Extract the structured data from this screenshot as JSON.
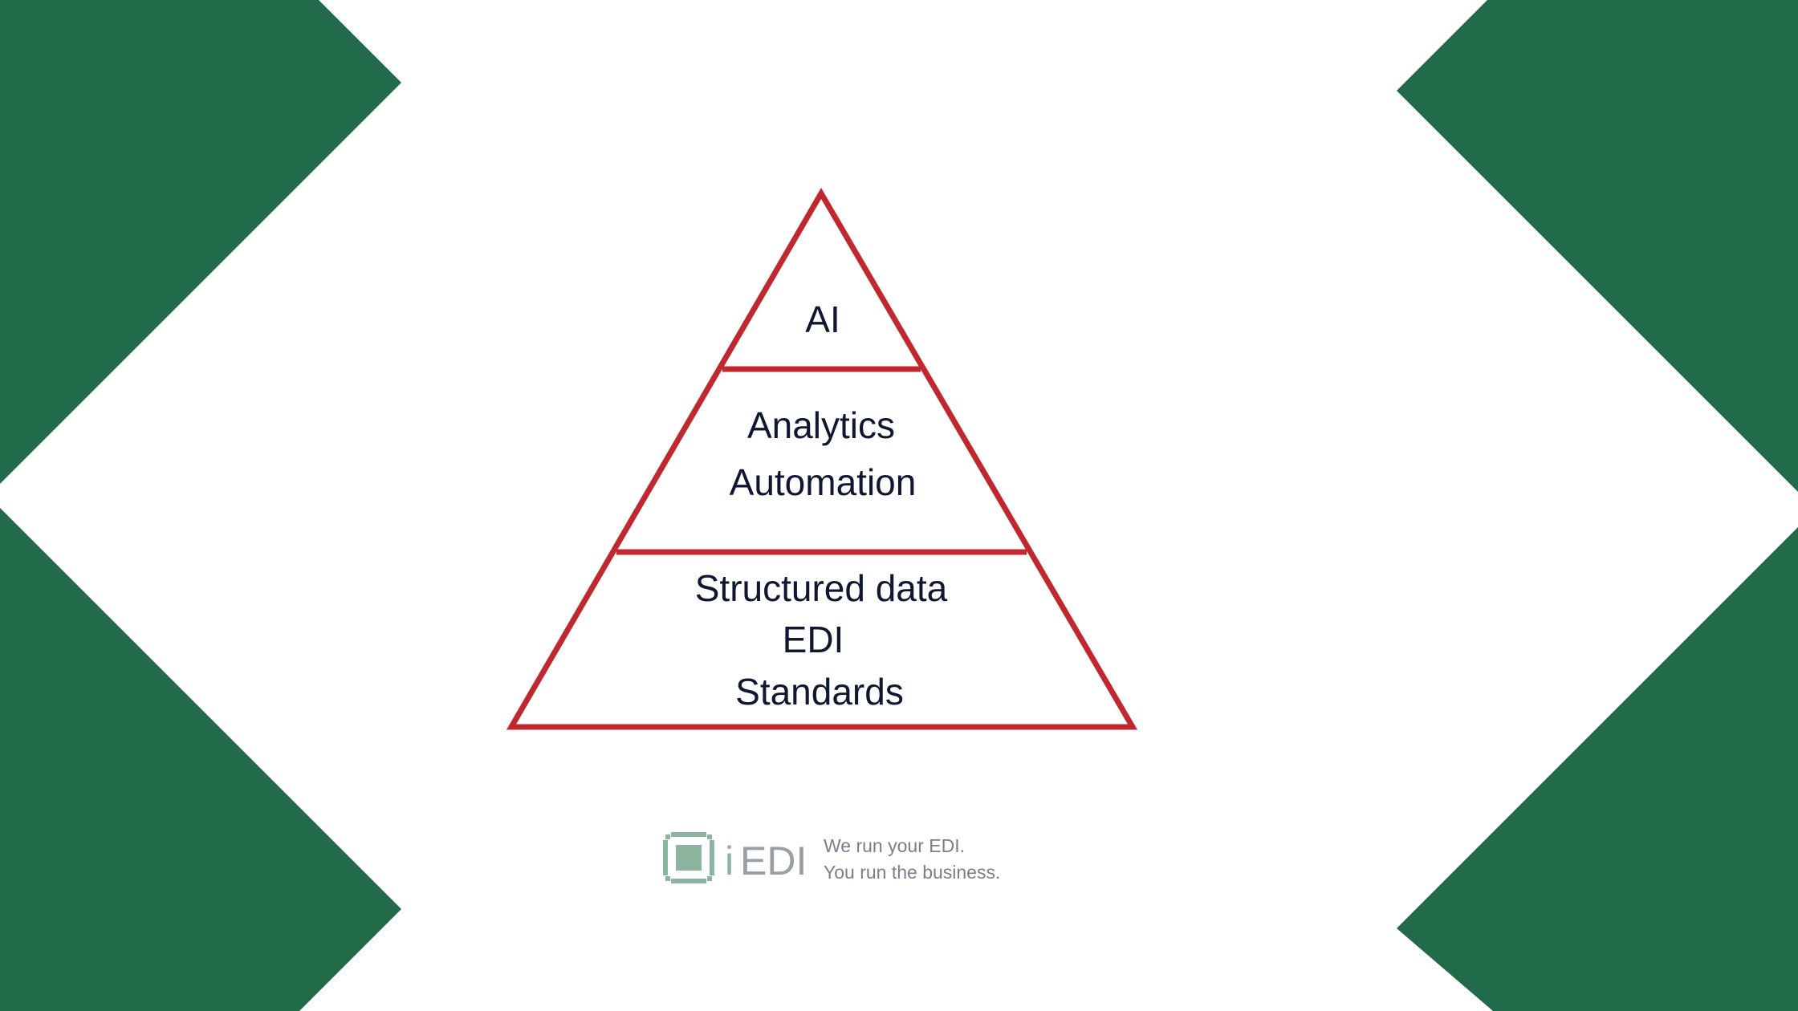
{
  "colors": {
    "background": "#ffffff",
    "corner_green": "#216a4a",
    "pyramid_red": "#c1272d",
    "text_dark": "#0f1733",
    "logo_green": "#8db49f",
    "logo_gray": "#9a9fa6",
    "tagline_gray": "#7a7f8f"
  },
  "pyramid": {
    "top": {
      "lines": [
        "AI"
      ]
    },
    "middle": {
      "lines": [
        "Analytics",
        "Automation"
      ]
    },
    "bottom": {
      "lines": [
        "Structured data",
        "EDI",
        "Standards"
      ]
    }
  },
  "logo": {
    "icon": "iedi-square-logo-icon",
    "brand_prefix": "i",
    "brand_name": "EDI",
    "tagline_line1": "We run your EDI.",
    "tagline_line2": "You run the business."
  }
}
